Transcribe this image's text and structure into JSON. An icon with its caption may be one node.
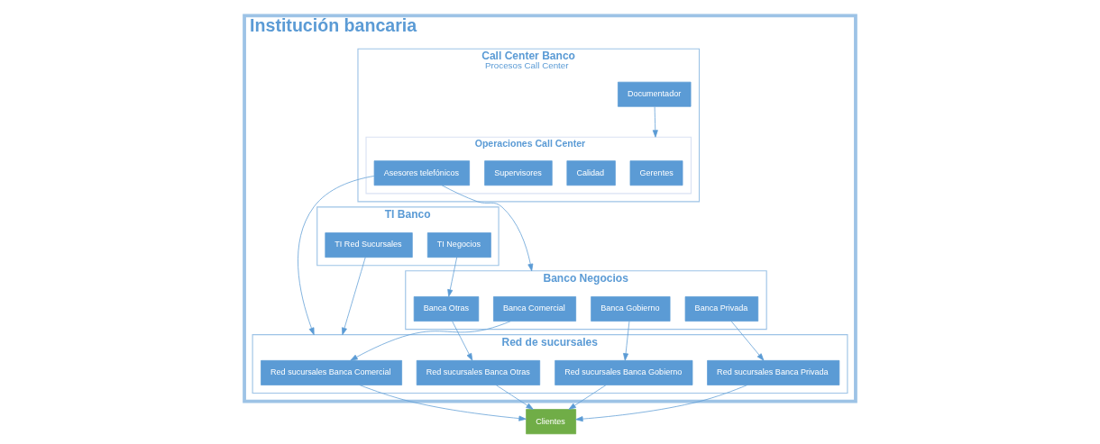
{
  "diagram": {
    "nodes": [
      {
        "text": [
          "Institución bancaria"
        ]
      },
      {
        "text": [
          "Call Center Banco",
          "Procesos Call Center"
        ],
        "in": 0
      },
      {
        "text": [
          "Documentador"
        ],
        "in": 1
      },
      {
        "text": [
          "Operaciones Call Center"
        ],
        "in": 1
      },
      {
        "text": [
          "Gerentes"
        ],
        "in": 3
      },
      {
        "text": [
          "Calidad"
        ],
        "in": 3
      },
      {
        "text": [
          "Supervisores"
        ],
        "in": 3
      },
      {
        "text": [
          "Asesores telefónicos"
        ],
        "in": 3
      },
      {
        "text": [
          "Banco Negocios"
        ],
        "in": 0
      },
      {
        "text": [
          "Banca Comercial"
        ],
        "in": 8
      },
      {
        "text": [
          "Banca Privada"
        ],
        "in": 8
      },
      {
        "text": [
          "Banca Gobierno"
        ],
        "in": 8
      },
      {
        "text": [
          "Banca Otras"
        ],
        "in": 8
      },
      {
        "text": [
          "TI Banco"
        ],
        "in": 0
      },
      {
        "text": [
          "TI Negocios"
        ],
        "in": 13
      },
      {
        "text": [
          "TI Red Sucursales"
        ],
        "in": 13
      },
      {
        "text": [
          "Red de sucursales"
        ],
        "in": 0
      },
      {
        "text": [
          "Red sucursales Banca Comercial"
        ],
        "in": 16
      },
      {
        "text": [
          "Red sucursales Banca Privada"
        ],
        "in": 16
      },
      {
        "text": [
          "Red sucursales Banca Gobierno"
        ],
        "in": 16
      },
      {
        "text": [
          "Red sucursales Banca Otras"
        ],
        "in": 16
      },
      {
        "text": [
          "Clientes"
        ]
      }
    ],
    "edges": [
      {
        "from": 2,
        "to": 3,
        "arrow": "to"
      },
      {
        "from": 7,
        "to": 8,
        "arrow": "to"
      },
      {
        "from": 7,
        "to": 16,
        "arrow": "to"
      },
      {
        "from": 14,
        "to": 12,
        "arrow": "to"
      },
      {
        "from": 15,
        "to": 16,
        "arrow": "to"
      },
      {
        "from": 9,
        "to": 17,
        "arrow": "to"
      },
      {
        "from": 10,
        "to": 18,
        "arrow": "to"
      },
      {
        "from": 11,
        "to": 19,
        "arrow": "to"
      },
      {
        "from": 12,
        "to": 20,
        "arrow": "to"
      },
      {
        "from": 17,
        "to": 21,
        "arrow": "to"
      },
      {
        "from": 18,
        "to": 21,
        "arrow": "to"
      },
      {
        "from": 19,
        "to": 21,
        "arrow": "to"
      },
      {
        "from": 20,
        "to": 21,
        "arrow": "to"
      }
    ]
  }
}
